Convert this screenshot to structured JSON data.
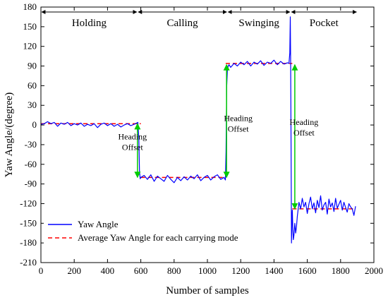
{
  "chart_data": {
    "type": "line",
    "xlabel": "Number of samples",
    "ylabel": "Yaw Angle/(degree)",
    "xlim": [
      0,
      2000
    ],
    "ylim": [
      -210,
      180
    ],
    "xticks": [
      0,
      200,
      400,
      600,
      800,
      1000,
      1200,
      1400,
      1600,
      1800,
      2000
    ],
    "yticks": [
      -210,
      -180,
      -150,
      -120,
      -90,
      -60,
      -30,
      0,
      30,
      60,
      90,
      120,
      150,
      180
    ],
    "grid": false,
    "legend_position": "bottom-left",
    "modes": [
      {
        "label": "Holding",
        "x_start": 0,
        "x_end": 580
      },
      {
        "label": "Calling",
        "x_start": 580,
        "x_end": 1120
      },
      {
        "label": "Swinging",
        "x_start": 1120,
        "x_end": 1500
      },
      {
        "label": "Pocket",
        "x_start": 1500,
        "x_end": 1900
      }
    ],
    "annotations": [
      {
        "lines": [
          "Heading",
          "Offset"
        ],
        "x_text": 550,
        "y_text": -22,
        "arrow_x": 580,
        "arrow_from": 2,
        "arrow_to": -80
      },
      {
        "lines": [
          "Heading",
          "Offset"
        ],
        "x_text": 1185,
        "y_text": 6,
        "arrow_x": 1115,
        "arrow_from": -80,
        "arrow_to": 92
      },
      {
        "lines": [
          "Heading",
          "Offset"
        ],
        "x_text": 1580,
        "y_text": 0,
        "arrow_x": 1525,
        "arrow_from": 92,
        "arrow_to": -128
      }
    ],
    "series": [
      {
        "name": "Yaw Angle",
        "color": "#0000ff",
        "x": [
          0,
          20,
          40,
          60,
          80,
          100,
          120,
          140,
          160,
          180,
          200,
          220,
          240,
          260,
          280,
          300,
          320,
          340,
          360,
          380,
          400,
          420,
          440,
          460,
          480,
          500,
          520,
          540,
          560,
          575,
          582,
          588,
          592,
          596,
          600,
          620,
          640,
          660,
          680,
          700,
          720,
          740,
          760,
          780,
          800,
          820,
          840,
          860,
          880,
          900,
          920,
          940,
          960,
          980,
          1000,
          1020,
          1040,
          1060,
          1080,
          1100,
          1108,
          1112,
          1116,
          1120,
          1125,
          1130,
          1140,
          1160,
          1180,
          1200,
          1220,
          1240,
          1260,
          1280,
          1300,
          1320,
          1340,
          1360,
          1380,
          1400,
          1420,
          1440,
          1460,
          1480,
          1490,
          1495,
          1498,
          1500,
          1502,
          1505,
          1508,
          1510,
          1513,
          1516,
          1520,
          1525,
          1530,
          1535,
          1540,
          1550,
          1560,
          1570,
          1580,
          1590,
          1600,
          1610,
          1620,
          1630,
          1640,
          1650,
          1660,
          1670,
          1680,
          1690,
          1700,
          1710,
          1720,
          1730,
          1740,
          1750,
          1760,
          1770,
          1780,
          1790,
          1800,
          1810,
          1820,
          1830,
          1840,
          1850,
          1860,
          1870,
          1880,
          1890
        ],
        "y": [
          1,
          2,
          5,
          2,
          4,
          -2,
          3,
          1,
          4,
          -1,
          2,
          0,
          3,
          -2,
          1,
          -1,
          2,
          -4,
          1,
          3,
          -1,
          2,
          -2,
          1,
          -3,
          0,
          2,
          -1,
          1,
          3,
          4,
          -20,
          -70,
          -82,
          -80,
          -77,
          -83,
          -76,
          -86,
          -78,
          -82,
          -86,
          -77,
          -83,
          -88,
          -80,
          -85,
          -79,
          -84,
          -78,
          -82,
          -76,
          -85,
          -80,
          -77,
          -84,
          -79,
          -76,
          -83,
          -80,
          -84,
          -40,
          60,
          83,
          90,
          92,
          88,
          94,
          90,
          96,
          92,
          97,
          90,
          96,
          93,
          98,
          91,
          96,
          94,
          99,
          92,
          97,
          93,
          95,
          94,
          110,
          165,
          95,
          -10,
          -180,
          -140,
          -130,
          -160,
          -175,
          -168,
          -150,
          -165,
          -155,
          -140,
          -118,
          -128,
          -112,
          -125,
          -118,
          -135,
          -120,
          -110,
          -128,
          -119,
          -134,
          -115,
          -126,
          -108,
          -130,
          -122,
          -118,
          -136,
          -113,
          -125,
          -119,
          -132,
          -112,
          -127,
          -121,
          -115,
          -130,
          -118,
          -126,
          -133,
          -120,
          -125,
          -128,
          -138,
          -124
        ]
      },
      {
        "name": "Average Yaw Angle for each carrying mode",
        "color": "#ff0000",
        "segments": [
          {
            "x_start": 0,
            "x_end": 600,
            "y": 2
          },
          {
            "x_start": 600,
            "x_end": 1110,
            "y": -80
          },
          {
            "x_start": 1110,
            "x_end": 1510,
            "y": 94
          },
          {
            "x_start": 1510,
            "x_end": 1890,
            "y": -128
          }
        ]
      }
    ]
  }
}
